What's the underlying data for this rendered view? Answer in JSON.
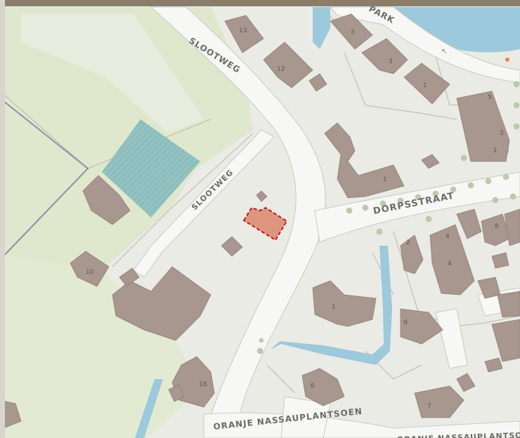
{
  "map": {
    "colors": {
      "frame": "#8a7e6a",
      "grass": "#dfe8cd",
      "ground": "#ebebe6",
      "road": "#f7f7f5",
      "road_edge": "#c9c9c2",
      "building": "#a8978f",
      "water": "#9cc9dc",
      "hatch": "#88bcbc",
      "highlight": "#d77a5a",
      "highlight_border": "#d0111b",
      "tree": "#bcccaa"
    },
    "streets": {
      "slootweg_north": "SLOOTWEG",
      "slootweg_inner": "SLOOTWEG",
      "park": "PARK",
      "dorpsstraat": "DORPSSTRAAT",
      "oranje_nassau_1": "ORANJE NASSAUPLANTSOEN",
      "oranje_nassau_2": "ORANJE NASSAUPLANTSOEN"
    },
    "house_numbers": {
      "n13": "13",
      "n12": "12",
      "n3a": "3",
      "n3b": "3",
      "n1a": "1",
      "n5": "5",
      "n3c": "3",
      "n3d": "3",
      "n1b": "1",
      "n2": "2",
      "n4a": "4",
      "n4b": "4",
      "n8": "8",
      "n10": "10",
      "n1c": "1",
      "n9": "9",
      "n18": "18",
      "n6": "6",
      "n7": "7"
    }
  }
}
